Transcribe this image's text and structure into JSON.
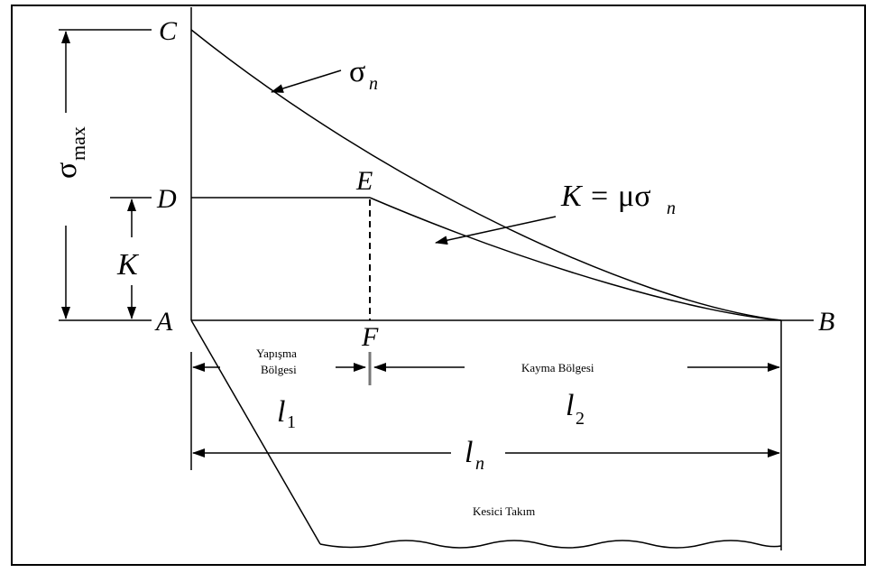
{
  "points": {
    "C": "C",
    "D": "D",
    "E": "E",
    "A": "A",
    "F": "F",
    "B": "B"
  },
  "curve_labels": {
    "sigma_n_symbol": "σ",
    "sigma_n_sub": "n",
    "k_eq_lhs": "K",
    "k_eq_equals": "=",
    "k_eq_mu": "μσ",
    "k_eq_sub": "n"
  },
  "dimensions": {
    "sigma_max_symbol": "σ",
    "sigma_max_sub": "max",
    "k_symbol": "K"
  },
  "regions": {
    "adhesion_line1": "Yapışma",
    "adhesion_line2": "Bölgesi",
    "sliding": "Kayma Bölgesi",
    "tool": "Kesici Takım"
  },
  "lengths": {
    "l1_main": "l",
    "l1_sub": "1",
    "l2_main": "l",
    "l2_sub": "2",
    "ln_main": "l",
    "ln_sub": "n"
  }
}
